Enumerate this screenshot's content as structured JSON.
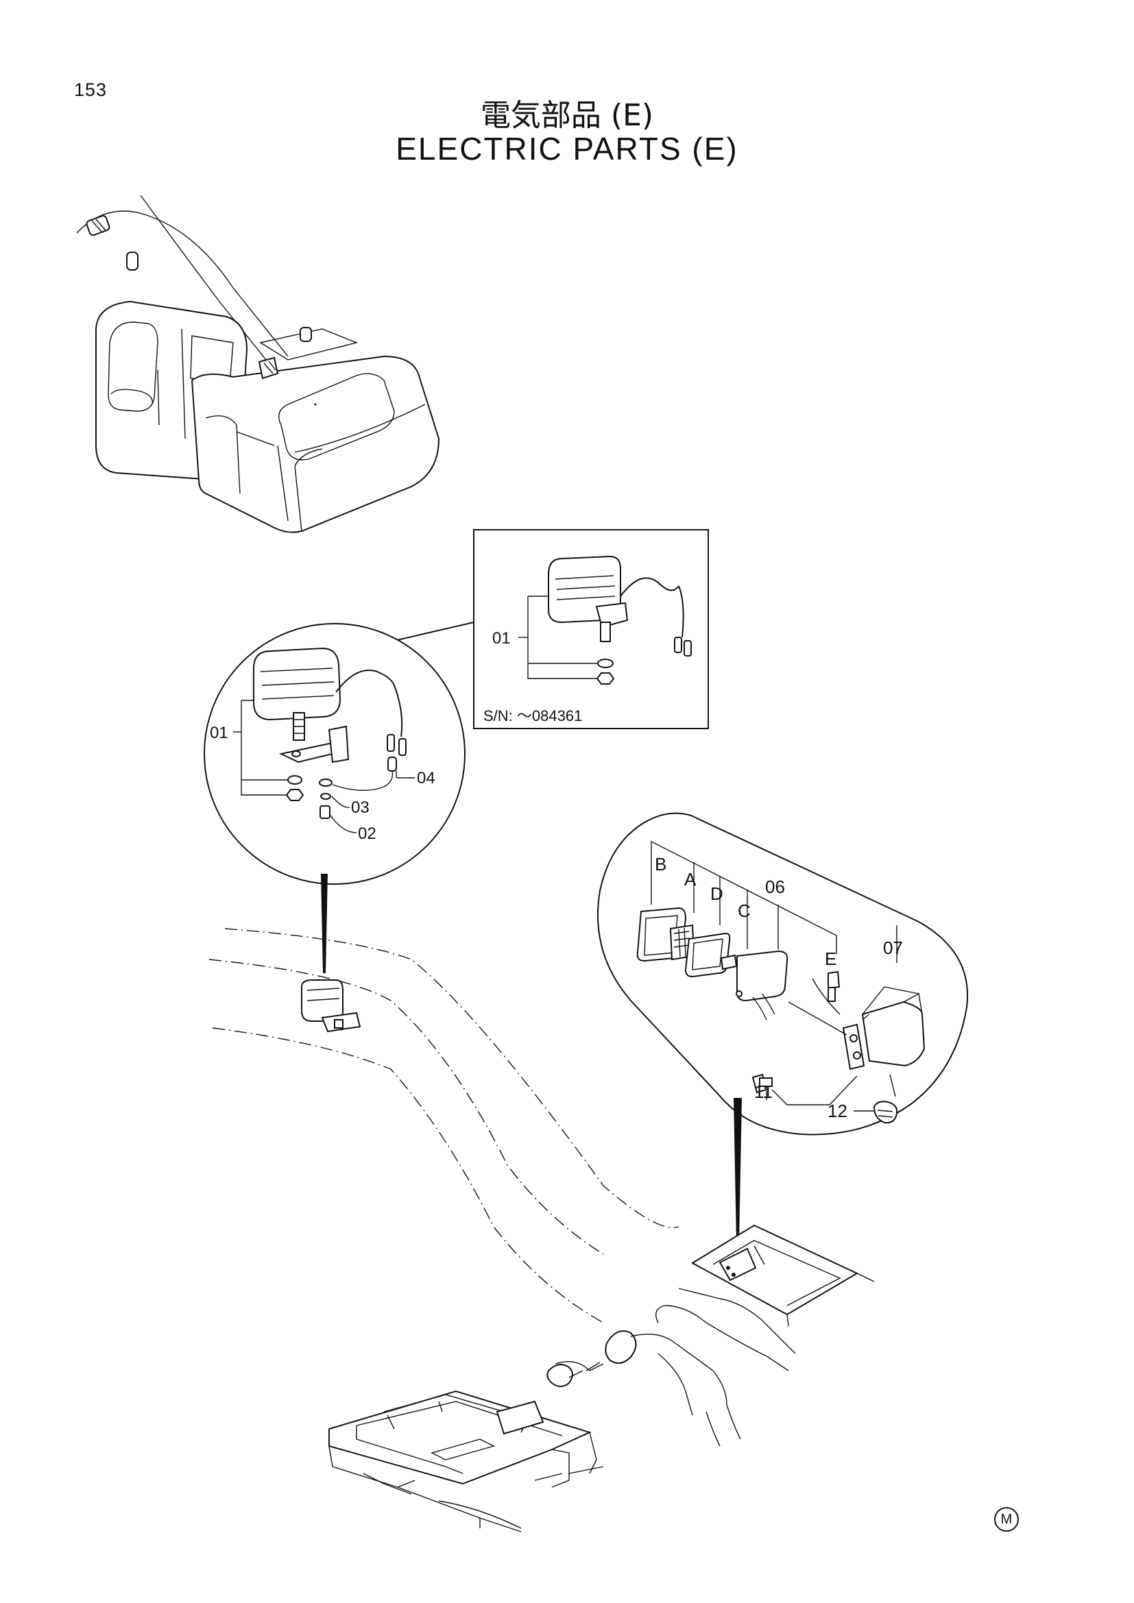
{
  "page": {
    "number": "153",
    "title_jp": "電気部品 (E)",
    "title_en": "ELECTRIC PARTS (E)",
    "mark": "M"
  },
  "inset": {
    "serial_label": "S/N: ～084361",
    "part_01": "01"
  },
  "circle_left": {
    "part_01": "01",
    "part_02": "02",
    "part_03": "03",
    "part_04": "04"
  },
  "circle_right": {
    "label_B": "B",
    "label_A": "A",
    "label_D": "D",
    "label_C": "C",
    "part_06": "06",
    "label_E": "E",
    "part_07": "07",
    "part_11": "11",
    "part_12": "12"
  }
}
